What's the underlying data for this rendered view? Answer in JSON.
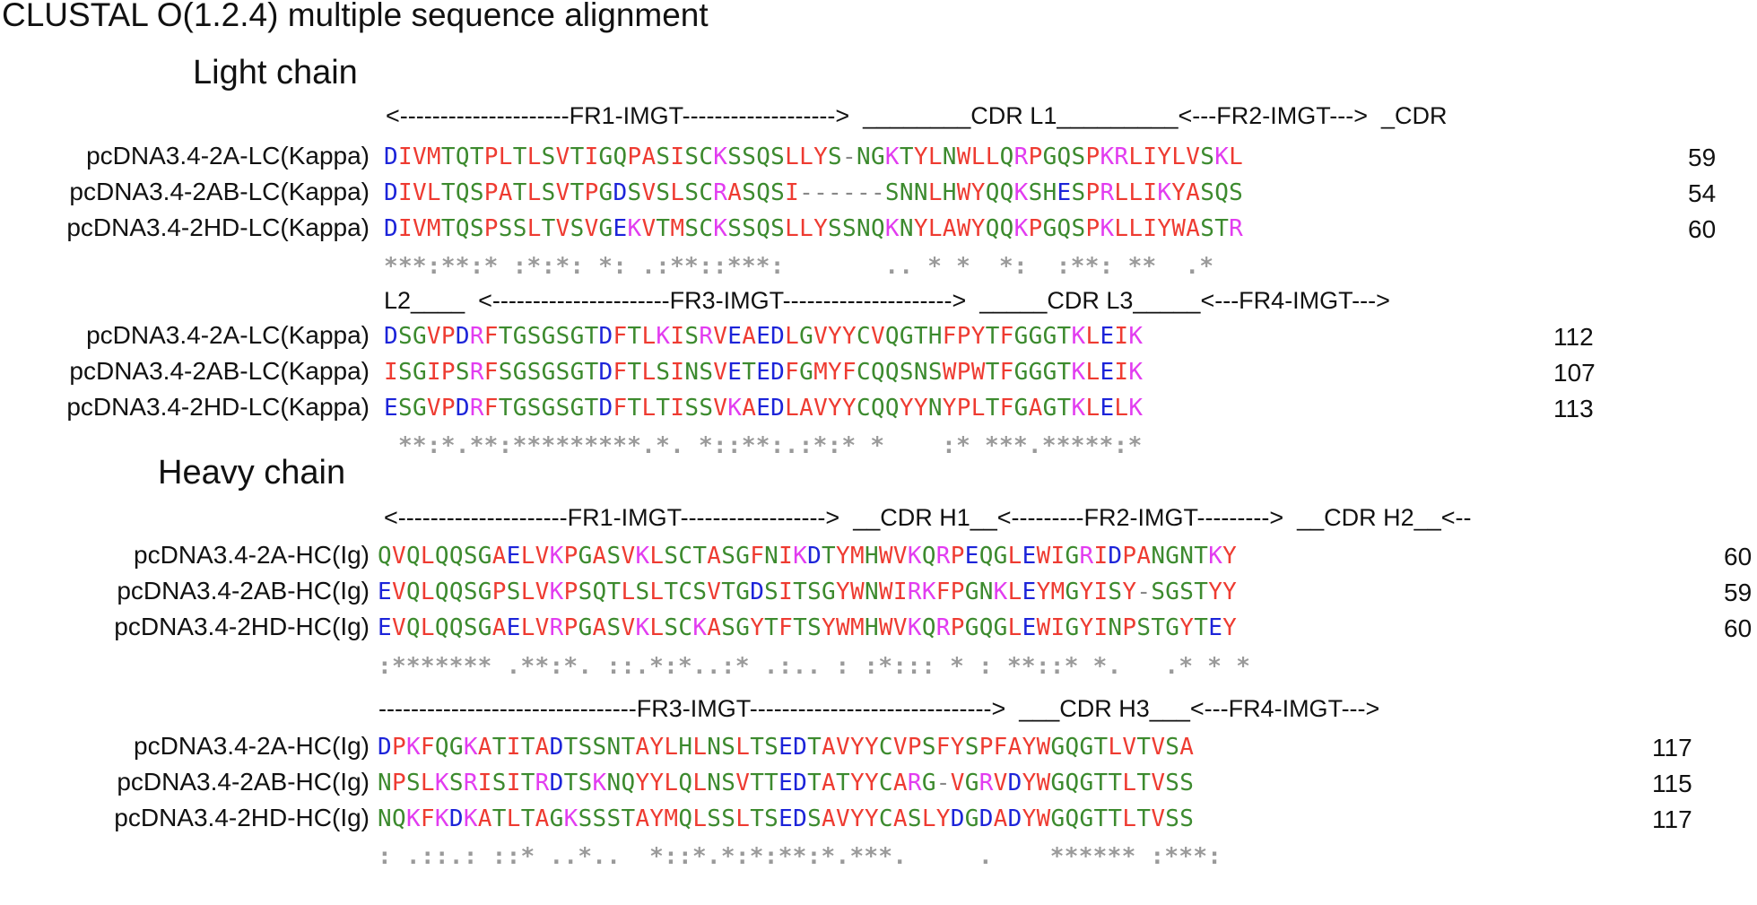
{
  "title": "CLUSTAL O(1.2.4) multiple sequence alignment",
  "colors": {
    "hydrophobic_small": "#ee3b31",
    "hydroxyl_amine": "#3c8a2e",
    "acidic": "#1c24d9",
    "basic": "#e23cf0",
    "consensus": "#9a9a9a"
  },
  "blocks": [
    {
      "heading": "Light chain",
      "region": "<---------------------FR1-IMGT------------------->  ________CDR L1_________<---FR2-IMGT--->  _CDR",
      "rows": [
        {
          "label": "pcDNA3.4-2A-LC(Kappa)",
          "seq": "DIVMTQTPLTLSVTIGQPASISCKSSQSLLYS-NGKTYLNWLLQRPGQSPKRLIYLVSKL",
          "num": "59"
        },
        {
          "label": "pcDNA3.4-2AB-LC(Kappa)",
          "seq": "DIVLTQSPATLSVTPGDSVSLSCRASQSI------SNNLHWYQQKSHESPRLLIKYASQS",
          "num": "54"
        },
        {
          "label": "pcDNA3.4-2HD-LC(Kappa)",
          "seq": "DIVMTQSPSSLTVSVGEKVTMSCKSSQSLLYSSNQKNYLAWYQQKPGQSPKLLIYWASTR",
          "num": "60"
        }
      ],
      "consensus": "***:**:* :*:*: *: .:**::***:       .. * *  *:  :**: **  .*"
    },
    {
      "heading": "",
      "region": "L2____  <----------------------FR3-IMGT--------------------->  _____CDR L3_____<---FR4-IMGT--->",
      "rows": [
        {
          "label": "pcDNA3.4-2A-LC(Kappa)",
          "seq": "DSGVPDRFTGSGSGTDFTLKISRVEAEDLGVYYCVQGTHFPYTFGGGTKLEIK",
          "num": "112"
        },
        {
          "label": "pcDNA3.4-2AB-LC(Kappa)",
          "seq": "ISGIPSRFSGSGSGTDFTLSINSVETEDFGMYFCQQSNSWPWTFGGGTKLEIK",
          "num": "107"
        },
        {
          "label": "pcDNA3.4-2HD-LC(Kappa)",
          "seq": "ESGVPDRFTGSGSGTDFTLTISSVKAEDLAVYYCQQYYNYPLTFGAGTKLELK",
          "num": "113"
        }
      ],
      "consensus": " **:*.**:*********.*. *::**:.:*:* *    :* ***.*****:*"
    },
    {
      "heading": "Heavy chain",
      "region": "<---------------------FR1-IMGT------------------>  __CDR H1__<---------FR2-IMGT--------->  __CDR H2__<--",
      "rows": [
        {
          "label": "pcDNA3.4-2A-HC(Ig)",
          "seq": "QVQLQQSGAELVKPGASVKLSCTASGFNIKDTYMHWVKQRPEQGLEWIGRIDPANGNTKY",
          "num": "60"
        },
        {
          "label": "pcDNA3.4-2AB-HC(Ig)",
          "seq": "EVQLQQSGPSLVKPSQTLSLTCSVTGDSITSGYWNWIRKFPGNKLEYMGYISY-SGSTYY",
          "num": "59"
        },
        {
          "label": "pcDNA3.4-2HD-HC(Ig)",
          "seq": "EVQLQQSGAELVRPGASVKLSCKASGYTFTSYWMHWVKQRPGQGLEWIGYINPSTGYTEY",
          "num": "60"
        }
      ],
      "consensus": ":******* .**:*. ::.*:*..:* .:.. : :*::: * : **::* *.   .* * *"
    },
    {
      "heading": "",
      "region": "--------------------------------FR3-IMGT------------------------------>  ___CDR H3___<---FR4-IMGT--->",
      "rows": [
        {
          "label": "pcDNA3.4-2A-HC(Ig)",
          "seq": "DPKFQGKATITADTSSNTAYLHLNSLTSEDTAVYYCVPSFYSPFAYWGQGTLVTVSA",
          "num": "117"
        },
        {
          "label": "pcDNA3.4-2AB-HC(Ig)",
          "seq": "NPSLKSRISITRDTSKNQYYLQLNSVTTEDTATYYCARG-VGRVDYWGQGTTLTVSS",
          "num": "115"
        },
        {
          "label": "pcDNA3.4-2HD-HC(Ig)",
          "seq": "NQKFKDKATLTAGKSSSTAYMQLSSLTSEDSAVYYCASLYDGDADYWGQGTTLTVSS",
          "num": "117"
        }
      ],
      "consensus": ": .::.: ::* ..*..  *::*.*:*:**:*.***.     .    ****** :***:"
    }
  ]
}
